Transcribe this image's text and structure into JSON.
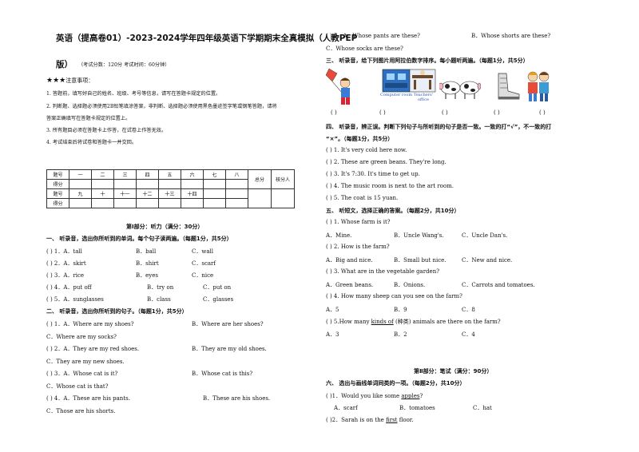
{
  "header": {
    "title_line1": "英语（提高卷01）-2023-2024学年四年级英语下学期期末全真模拟（人教PEP",
    "title_line2": "版）",
    "exam_info": "（考试分数：120分    考试时间：60分钟）"
  },
  "notes": {
    "heading": "注意事项：",
    "items": [
      "1. 答题前，填写好自己的姓名、班级、考号等信息，请写在答题卡规定的位置。",
      "2. 判断题、选择题必须使用2B铅笔填涂答案，非判断、选择题必须使用黑色墨迹签字笔或钢笔答题，请将",
      "答案正确填写在答题卡规定的位置上。",
      "3. 所有题目必须在答题卡上作答，在试卷上作答无效。",
      "4. 考试结束后将试卷和答题卡一并交回。"
    ]
  },
  "score_table": {
    "row1": [
      "题号",
      "一",
      "二",
      "三",
      "四",
      "五",
      "六",
      "七",
      "八"
    ],
    "row2": [
      "得分",
      "",
      "",
      "",
      "",
      "",
      "",
      "",
      ""
    ],
    "row3": [
      "题号",
      "九",
      "十",
      "十一",
      "十二",
      "十三",
      "十四",
      "",
      ""
    ],
    "row4": [
      "得分",
      "",
      "",
      "",
      "",
      "",
      "",
      "",
      ""
    ],
    "total": "总分",
    "checker": "核分人"
  },
  "part1": {
    "heading": "第Ⅰ部分：听力（满分：30分）",
    "s1": {
      "title": "一、  听录音，选出你所听到的单词。每个句子读两遍。（每题1分，共5分）",
      "q": [
        {
          "n": "(        ) 1．A．tall",
          "b": "B．ball",
          "c": "C．wall"
        },
        {
          "n": "(        ) 2．A．skirt",
          "b": "B．shirt",
          "c": "C．scarf"
        },
        {
          "n": "(        ) 3．A．rice",
          "b": "B．eyes",
          "c": "C．nice"
        },
        {
          "n": "(        ) 4．A．put off",
          "b": "B．try on",
          "c": "C．put on"
        },
        {
          "n": "(        ) 5．A．sunglasses",
          "b": "B．class",
          "c": "C．glasses"
        }
      ]
    },
    "s2": {
      "title": "二、  听录音，选出你所听到的句子。（每题1分，共5分）",
      "q": [
        {
          "a": "(        ) 1．A．Where are my shoes?",
          "b": "B．Where are her shoes?",
          "c": "C．Where are my socks?"
        },
        {
          "a": "(        ) 2．A．They are my red shoes.",
          "b": "B．They are my old shoes.",
          "c": "C．They are my new shoes."
        },
        {
          "a": "(        ) 3．A．Whose cat is it?",
          "b": "B．Whose cat is this?",
          "c": "C．Whose cat is that?"
        },
        {
          "a": "(        ) 4．A．These are his pants.",
          "b": "B．These are his shoes.",
          "c": "C．Those are his shorts."
        }
      ]
    }
  },
  "right": {
    "q5": {
      "a": "(        ) 5．A．Whose pants are these?",
      "b": "B．Whose shorts are these?",
      "c": "C．Whose socks are these?"
    },
    "s3": {
      "title": "三、  听录音，给下列图片用阿拉伯数字排序。每小题听两遍。（每题1分，共5分）",
      "pic_labels": [
        "Computer room",
        "Teachers' office"
      ],
      "parens": [
        "(        )",
        "(        )",
        "(        )",
        "(        )",
        "(        )"
      ]
    },
    "s4": {
      "title1": "四、  听录音，辨正误。判断下列句子与所听到的句子是否一致。一致的打“√”，不一致的打",
      "title2": "“×”。（每题1分，共5分）",
      "q": [
        "(        ) 1. It's very cold here now.",
        "(        ) 2. These are green beans. They're long.",
        "(        ) 3. It's 7:30. It's time to get up.",
        "(        ) 4. The music room is next to the art room.",
        "(        ) 5. The coat is 15 yuan."
      ]
    },
    "s5": {
      "title": "五、  听短文，选择正确的答案。（每题2分，共10分）",
      "q": [
        {
          "stem": "(        ) 1. Whose farm is it?",
          "a": "A．Mine.",
          "b": "B．Uncle Wang's.",
          "c": "C．Uncle Dan's."
        },
        {
          "stem": "(        ) 2. How is the farm?",
          "a": "A．Big and nice.",
          "b": "B．Small but nice.",
          "c": "C．New and nice."
        },
        {
          "stem": "(        ) 3. What are in the vegetable garden?",
          "a": "A．Green beans.",
          "b": "B．Onions.",
          "c": "C．Carrots and tomatoes."
        },
        {
          "stem": "(        ) 4. How many sheep can you see on the farm?",
          "a": "A．5",
          "b": "B．9",
          "c": "C．8"
        },
        {
          "stem_pre": "(        ) 5.How many ",
          "stem_ul": "kinds of",
          "stem_post": " (种类) animals are there on the farm?",
          "a": "A．3",
          "b": "B．2",
          "c": "C．4"
        }
      ]
    },
    "part2": {
      "heading": "第Ⅱ部分：笔试（满分：90分）",
      "s6": {
        "title": "六、  选出与画线单词同类的一项。（每题2分，共10分）",
        "q1_pre": "(        )1．Would you like some ",
        "q1_ul": "apples",
        "q1_post": "?",
        "q1_a": "A．scarf",
        "q1_b": "B．tomatoes",
        "q1_c": "C．hat",
        "q2_pre": "(        )2．Sarah is on the ",
        "q2_ul": "first",
        "q2_post": " floor."
      }
    }
  }
}
